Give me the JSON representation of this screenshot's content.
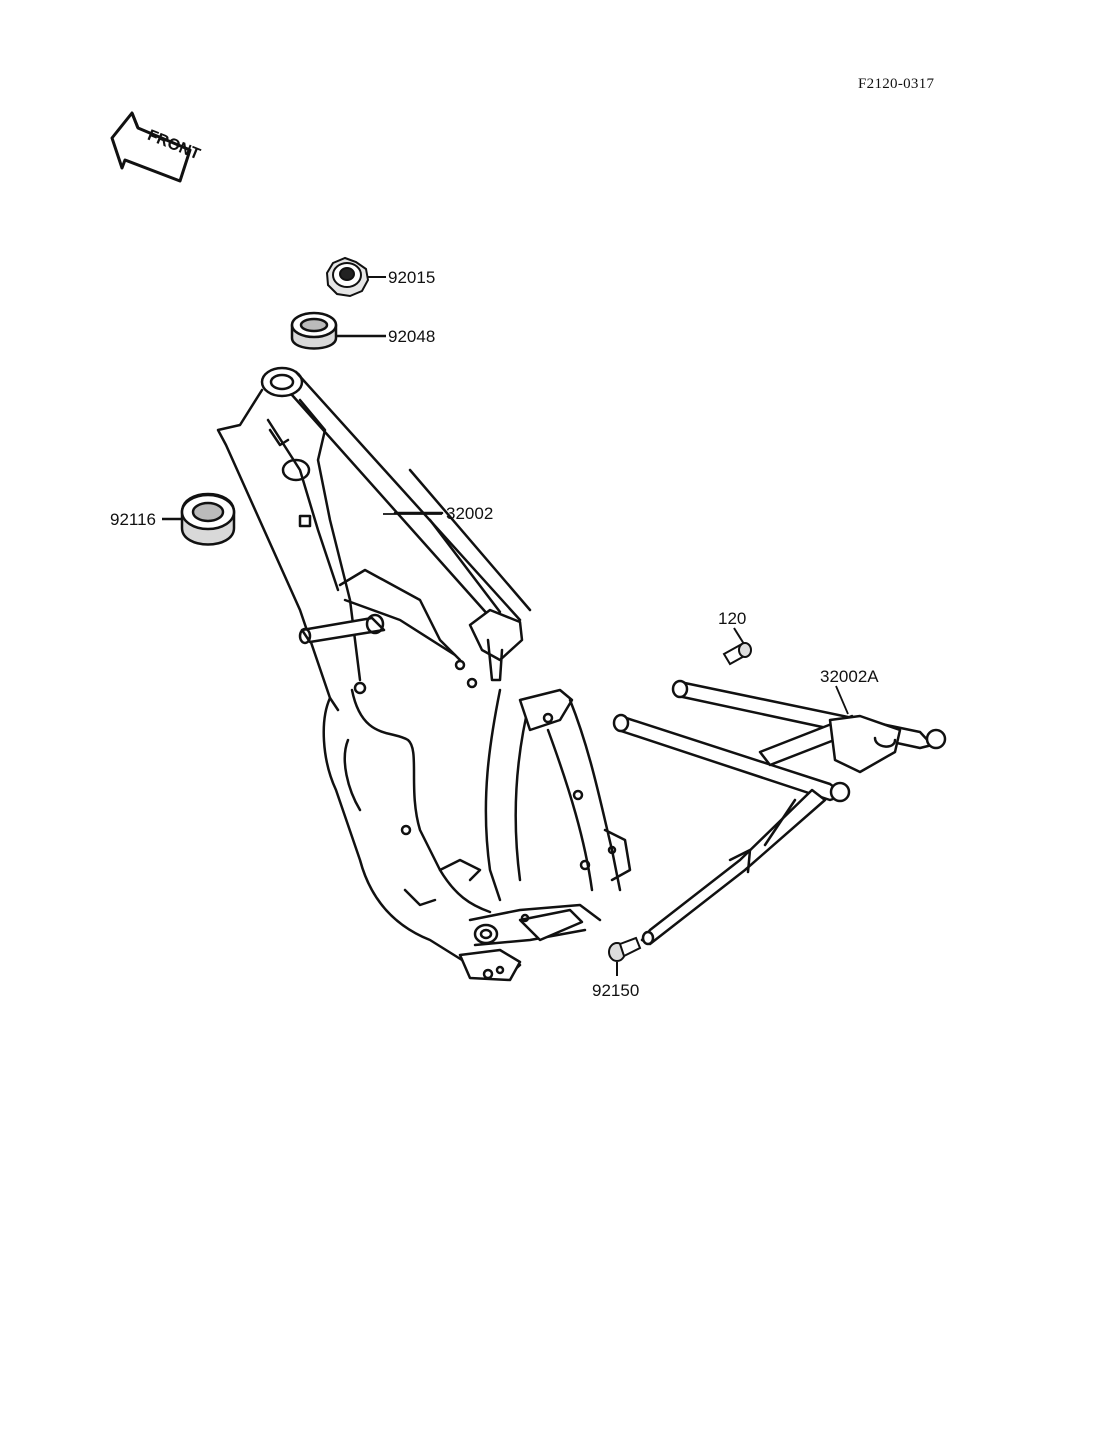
{
  "diagram_code": "F2120-0317",
  "front_arrow": {
    "label": "FRONT",
    "icon": "front-direction-arrow-icon"
  },
  "parts": [
    {
      "number": "92015",
      "part": "nut"
    },
    {
      "number": "92048",
      "part": "ring"
    },
    {
      "number": "92116",
      "part": "bearing"
    },
    {
      "number": "32002",
      "part": "frame"
    },
    {
      "number": "120",
      "part": "bolt"
    },
    {
      "number": "32002A",
      "part": "rear-subframe"
    },
    {
      "number": "92150",
      "part": "bolt"
    }
  ],
  "colors": {
    "ink": "#111111",
    "paper": "#ffffff"
  }
}
